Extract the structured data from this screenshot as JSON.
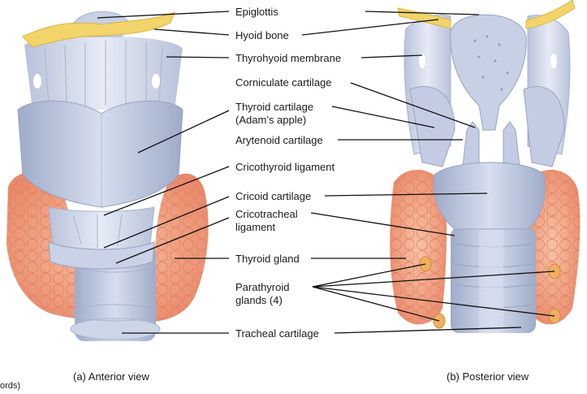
{
  "labels": {
    "epiglottis": "Epiglottis",
    "hyoid": "Hyoid bone",
    "thyrohyoid": "Thyrohyoid membrane",
    "corniculate": "Corniculate cartilage",
    "thyroid_cart_1": "Thyroid cartilage",
    "thyroid_cart_2": "(Adam’s apple)",
    "arytenoid": "Arytenoid cartilage",
    "cricothyroid": "Cricothyroid ligament",
    "cricoid": "Cricoid cartilage",
    "cricotracheal_1": "Cricotracheal",
    "cricotracheal_2": "ligament",
    "thyroid_gland": "Thyroid gland",
    "parathyroid_1": "Parathyroid",
    "parathyroid_2": "glands (4)",
    "tracheal": "Tracheal cartilage"
  },
  "captions": {
    "anterior": "(a) Anterior view",
    "posterior": "(b) Posterior view",
    "edge_fragment": "ords)"
  },
  "colors": {
    "cartilage": "#c9d2e6",
    "cartilage_dark": "#a7b3cf",
    "bone": "#f3d46a",
    "gland": "#f3a584",
    "gland_dark": "#e8876a",
    "parathyroid": "#f0b060"
  }
}
